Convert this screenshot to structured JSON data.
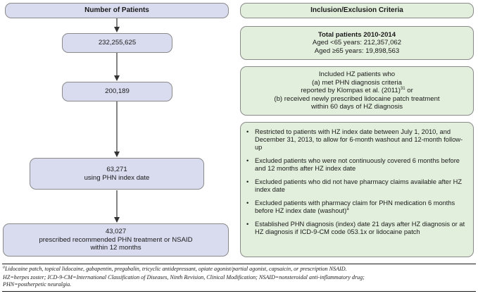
{
  "left_column": {
    "header": "Number of Patients",
    "box1": "232,255,625",
    "box2": "200,189",
    "box3_line1": "63,271",
    "box3_line2": "using PHN index date",
    "box4_line1": "43,027",
    "box4_line2": "prescribed recommended PHN treatment or NSAID",
    "box4_line3": "within 12 months"
  },
  "right_column": {
    "header": "Inclusion/Exclusion Criteria",
    "total": {
      "title": "Total patients 2010-2014",
      "line1": "Aged <65 years: 212,357,062",
      "line2": "Aged ≥65 years: 19,898,563"
    },
    "included": {
      "line1": "Included HZ patients who",
      "line2": "(a) met PHN diagnosis criteria",
      "line3_pre": "reported by Klompas et al. (2011)",
      "line3_sup": "31",
      "line3_post": " or",
      "line4": "(b) received newly prescribed lidocaine patch treatment",
      "line5": "within 60 days of HZ diagnosis"
    },
    "criteria": [
      {
        "bullet": "•",
        "text": "Restricted to patients with HZ index date between July 1, 2010, and December 31, 2013, to allow for 6-month washout and 12-month follow-up"
      },
      {
        "bullet": "•",
        "text": "Excluded patients who were not continuously covered 6 months before and 12 months after HZ index date"
      },
      {
        "bullet": "•",
        "text": "Excluded patients who did not have pharmacy claims available after HZ index date"
      },
      {
        "bullet": "•",
        "text": "Excluded patients with pharmacy claim for PHN medication 6 months before HZ index date (washout)",
        "sup": "a"
      },
      {
        "bullet": "•",
        "text": "Established PHN diagnosis (index) date 21 days after HZ diagnosis or at HZ diagnosis if ICD-9-CM code 053.1x or lidocaine patch"
      }
    ]
  },
  "footnotes": {
    "note_a_sup": "a",
    "note_a": "Lidocaine patch, topical lidocaine, gabapentin, pregabalin, tricyclic antidepressant, opiate agonist/partial agonist, capsaicin, or prescription NSAID.",
    "abbrev1": "HZ=herpes zoster; ICD-9-CM=International Classification of Diseases, Ninth Revision, Clinical Modification; NSAID=nonsteroidal anti-inflammatory drug;",
    "abbrev2": "PHN=postherpetic neuralgia."
  },
  "colors": {
    "left_fill": "#d9dcef",
    "right_fill": "#e3efdd",
    "border": "#8a8a8a",
    "arrow": "#333333"
  }
}
